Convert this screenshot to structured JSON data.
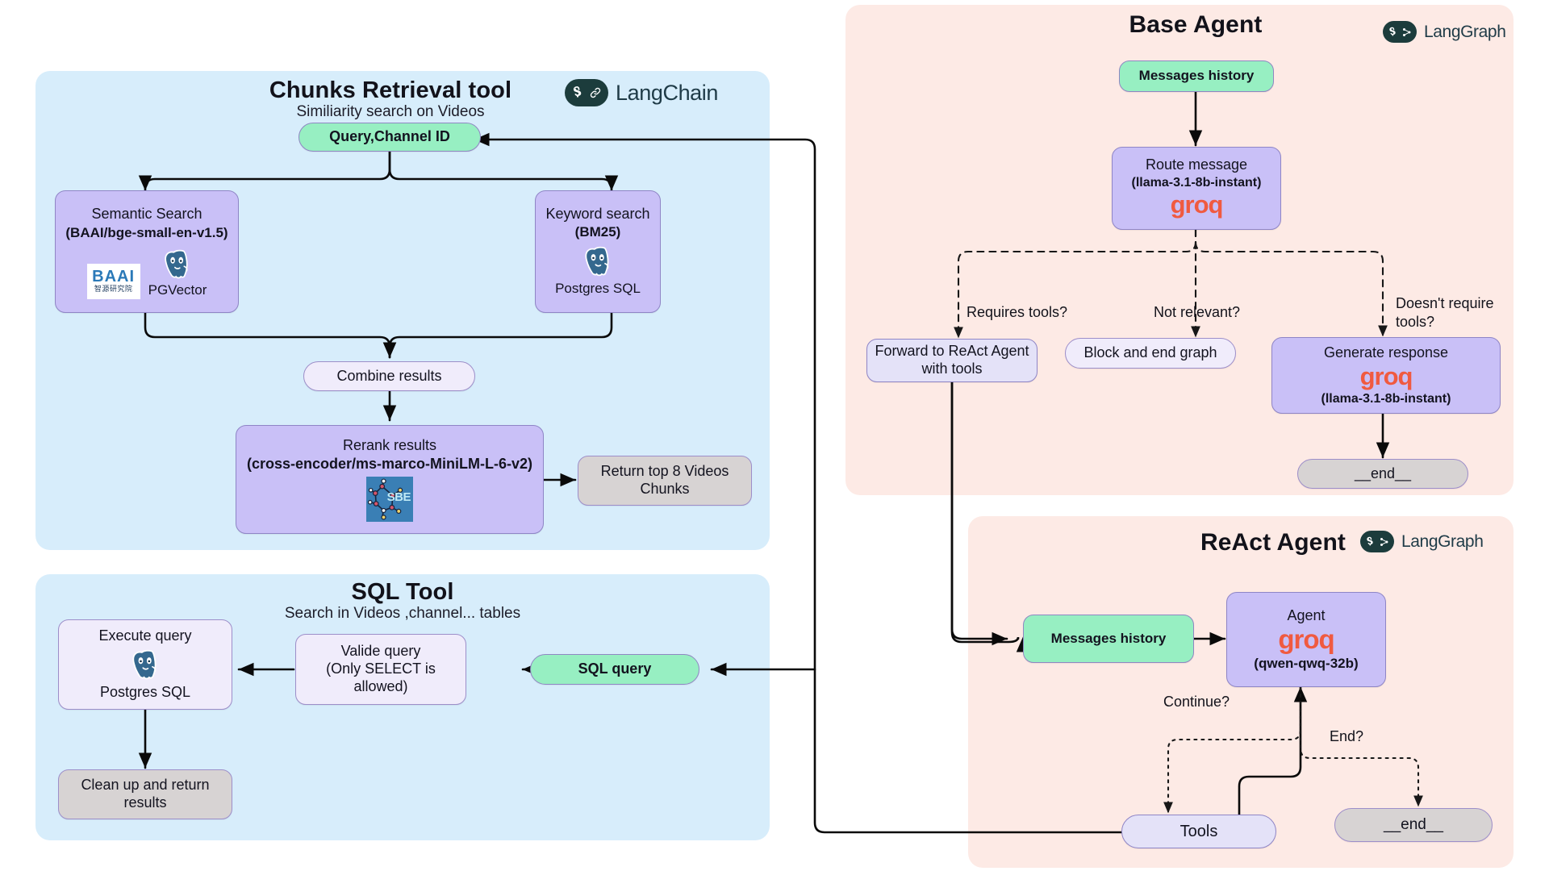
{
  "panels": {
    "chunks": {
      "title": "Chunks Retrieval tool",
      "subtitle": "Similiarity search on Videos",
      "brand": "LangChain",
      "brand_icon": "langchain-parrot-link-icon",
      "bg_color": "#d7edfb"
    },
    "sql": {
      "title": "SQL Tool",
      "subtitle": "Search in Videos ,channel... tables",
      "bg_color": "#d7edfb"
    },
    "base_agent": {
      "title": "Base Agent",
      "brand": "LangGraph",
      "brand_icon": "langgraph-parrot-graph-icon",
      "bg_color": "#fdeae5"
    },
    "react_agent": {
      "title": "ReAct Agent",
      "brand": "LangGraph",
      "brand_icon": "langgraph-parrot-graph-icon",
      "bg_color": "#fdeae5"
    }
  },
  "chunks_nodes": {
    "query": "Query,Channel ID",
    "semantic_title": "Semantic Search",
    "semantic_model": "(BAAI/bge-small-en-v1.5)",
    "semantic_store": "PGVector",
    "semantic_logo": "BAAI",
    "semantic_logo_sub": "智源研究院",
    "keyword_title": "Keyword search",
    "keyword_model": "(BM25)",
    "keyword_store": "Postgres SQL",
    "combine": "Combine results",
    "rerank_title": "Rerank results",
    "rerank_model": "(cross-encoder/ms-marco-MiniLM-L-6-v2)",
    "rerank_logo": "SBE",
    "return_line1": "Return top 8 Videos",
    "return_line2": "Chunks"
  },
  "sql_nodes": {
    "execute_title": "Execute query",
    "execute_store": "Postgres SQL",
    "validate_line1": "Valide query",
    "validate_line2": "(Only SELECT is",
    "validate_line3": "allowed)",
    "sql_query": "SQL query",
    "cleanup_line1": "Clean up and return",
    "cleanup_line2": "results"
  },
  "base_nodes": {
    "messages_history": "Messages history",
    "route_title": "Route message",
    "route_model": "(llama-3.1-8b-instant)",
    "route_provider": "groq",
    "forward_line1": "Forward to ReAct Agent",
    "forward_line2": "with tools",
    "block": "Block  and end graph",
    "generate_title": "Generate response",
    "generate_provider": "groq",
    "generate_model": "(llama-3.1-8b-instant)",
    "end": "__end__"
  },
  "base_edge_labels": {
    "requires_tools": "Requires tools?",
    "not_relevant": "Not relevant?",
    "doesnt_require_l1": "Doesn't require",
    "doesnt_require_l2": "tools?"
  },
  "react_nodes": {
    "messages_history": "Messages history",
    "agent_title": "Agent",
    "agent_provider": "groq",
    "agent_model": "(qwen-qwq-32b)",
    "tools": "Tools",
    "end": "__end__"
  },
  "react_edge_labels": {
    "continue": "Continue?",
    "end": "End?"
  },
  "colors": {
    "panel_blue": "#d7edfb",
    "panel_pink": "#fdeae5",
    "node_green": "#97efc2",
    "node_purple": "#c9c0f7",
    "node_lilac": "#f0ecfb",
    "node_grey": "#d7d3d3",
    "groq_orange": "#f05a40",
    "langchain_dark": "#1c3c3c",
    "edge_black": "#0a0a0a"
  }
}
